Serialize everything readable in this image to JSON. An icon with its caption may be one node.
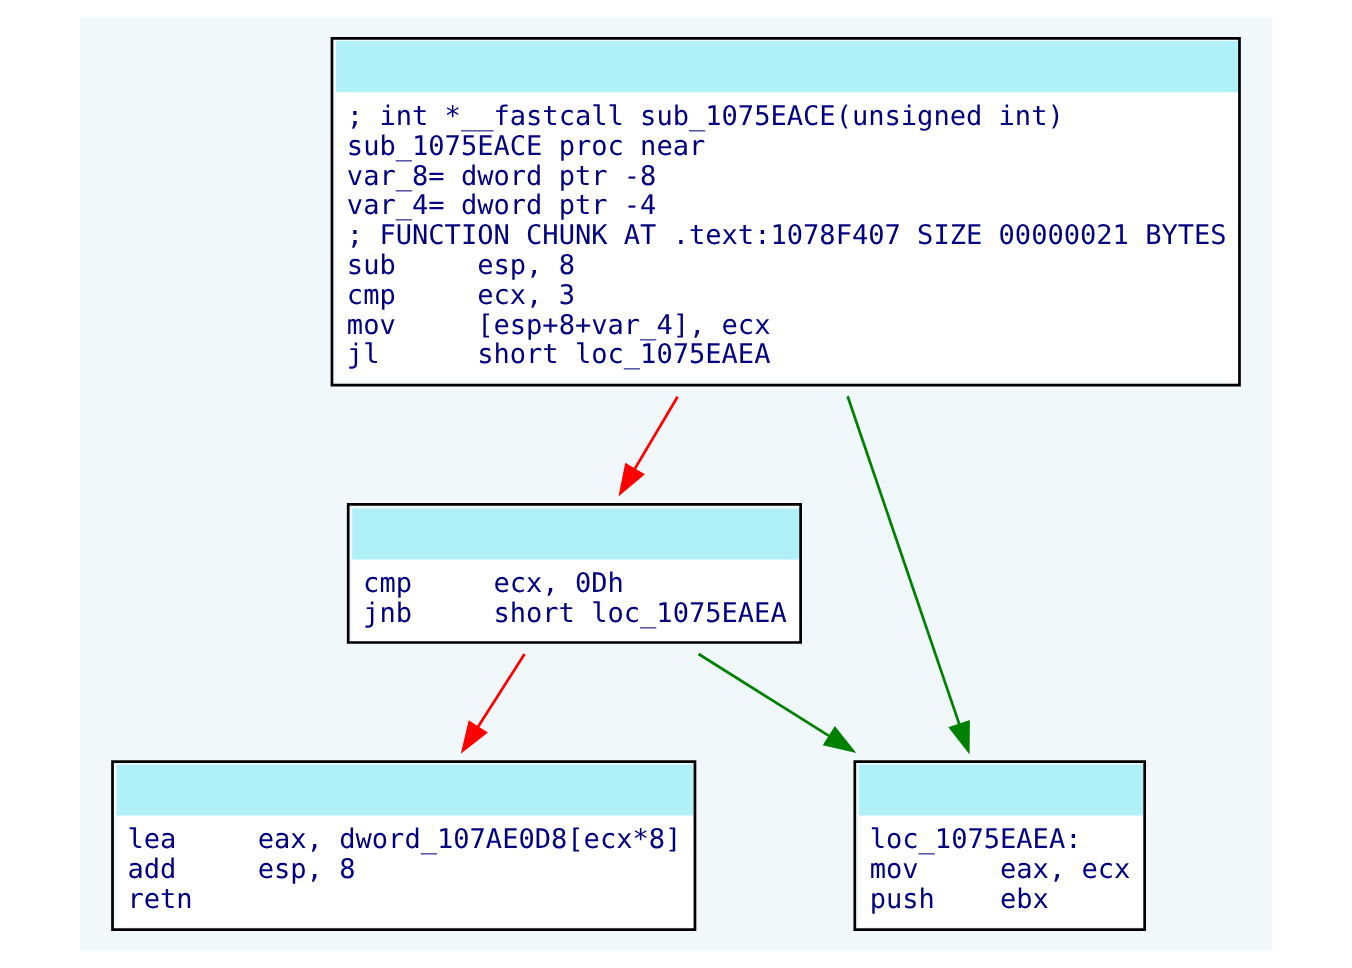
{
  "diagram": {
    "nodes": [
      {
        "text": [
          "; int *__fastcall sub_1075EACE(unsigned int)",
          "sub_1075EACE proc near",
          "var_8= dword ptr -8",
          "var_4= dword ptr -4",
          "; FUNCTION CHUNK AT .text:1078F407 SIZE 00000021 BYTES",
          "sub     esp, 8",
          "cmp     ecx, 3",
          "mov     [esp+8+var_4], ecx",
          "jl      short loc_1075EAEA"
        ]
      },
      {
        "text": [
          "cmp     ecx, 0Dh",
          "jnb     short loc_1075EAEA"
        ]
      },
      {
        "text": [
          "lea     eax, dword_107AE0D8[ecx*8]",
          "add     esp, 8",
          "retn"
        ]
      },
      {
        "text": [
          "loc_1075EAEA:",
          "mov     eax, ecx",
          "push    ebx"
        ]
      }
    ],
    "edges": [
      {
        "from": 0,
        "to": 1,
        "arrow": "to",
        "color": "#ff0000"
      },
      {
        "from": 0,
        "to": 3,
        "arrow": "to",
        "color": "#008000"
      },
      {
        "from": 1,
        "to": 2,
        "arrow": "to",
        "color": "#ff0000"
      },
      {
        "from": 1,
        "to": 3,
        "arrow": "to",
        "color": "#008000"
      }
    ]
  }
}
